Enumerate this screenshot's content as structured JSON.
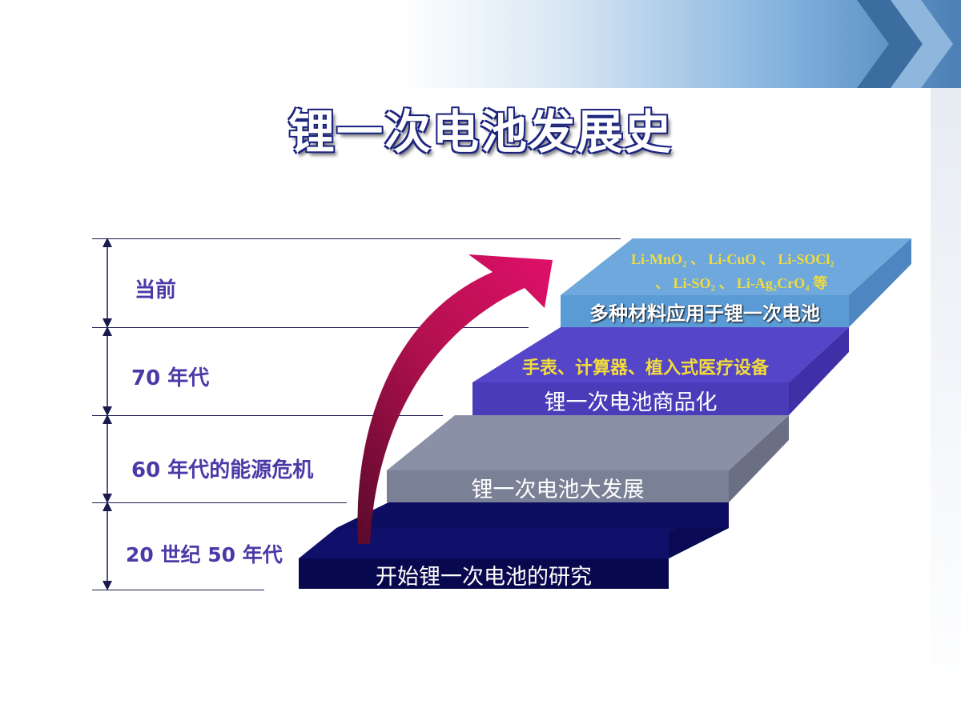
{
  "title": "锂一次电池发展史",
  "eras": [
    {
      "label": "当前"
    },
    {
      "label": "70 年代"
    },
    {
      "label": "60 年代的能源危机"
    },
    {
      "label": "20 世纪 50 年代"
    }
  ],
  "steps": [
    {
      "label": "开始锂一次电池的研究",
      "color": "#0b0b5e"
    },
    {
      "label": "锂一次电池大发展",
      "color": "#7a8096"
    },
    {
      "label": "锂一次电池商品化",
      "color": "#4f3fc0"
    },
    {
      "label": "多种材料应用于锂一次电池",
      "color": "#5b9bd5"
    }
  ],
  "notes": {
    "devices": "手表、计算器、植入式医疗设备",
    "materials_line1": "Li-MnO₂ 、 Li-CuO 、 Li-SOCl₂",
    "materials_line2": "、 Li-SO₂ 、 Li-Ag₂CrO₄ 等"
  },
  "colors": {
    "accent_arrow": "#c8105a",
    "era_text": "#4a3aa8",
    "highlight_text": "#f2dc3b"
  }
}
